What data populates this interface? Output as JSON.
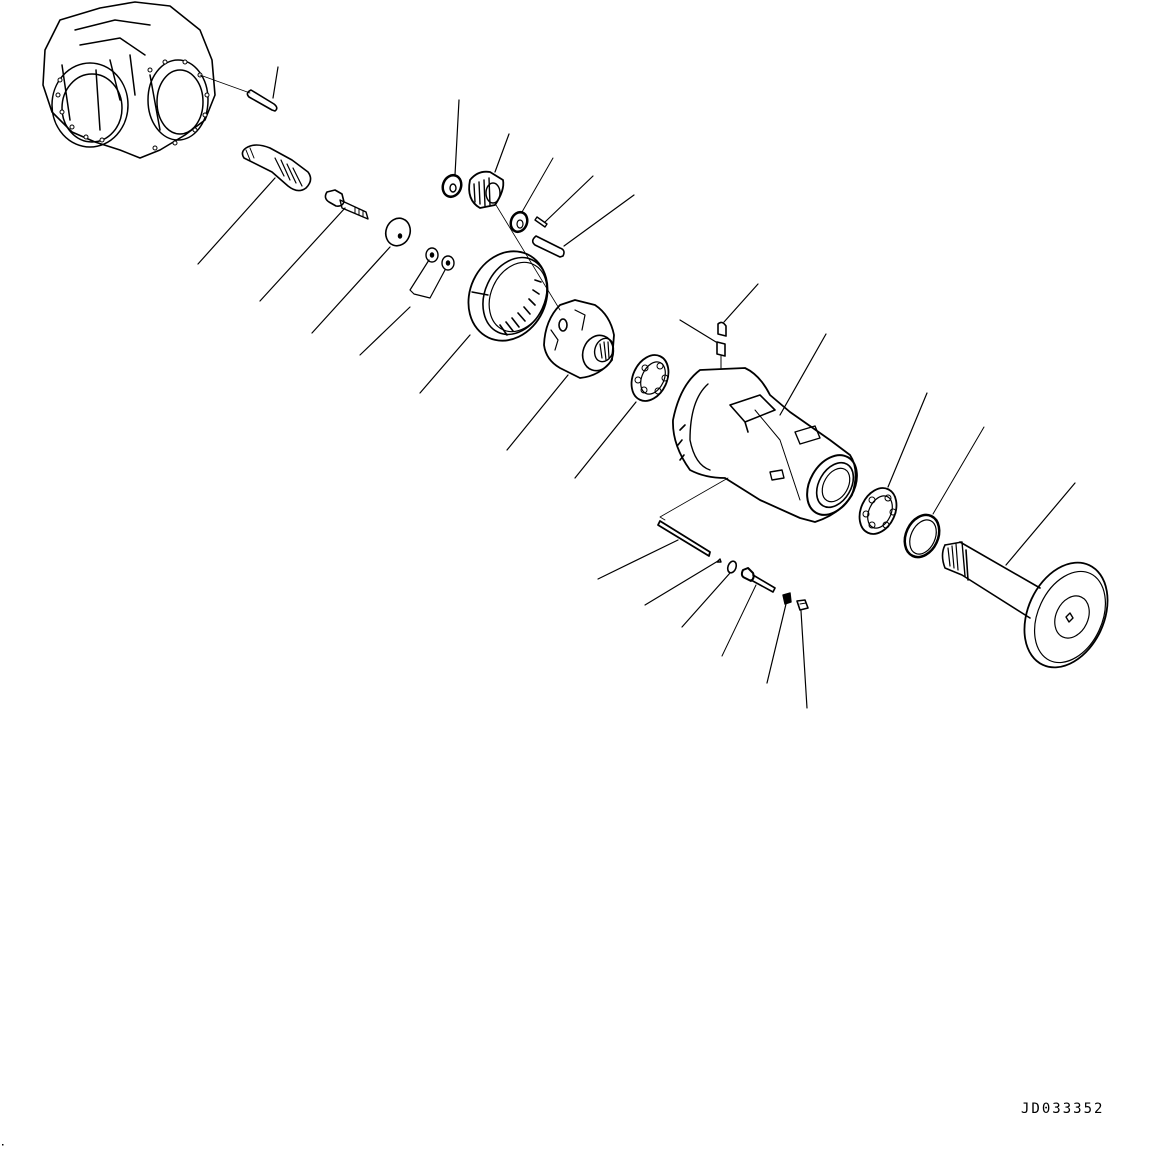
{
  "diagram": {
    "type": "exploded-parts-view",
    "reference_code": "JD033352",
    "background": "#ffffff",
    "line_color": "#000000",
    "parts": [
      {
        "id": "housing",
        "name": "axle-housing"
      },
      {
        "id": "pin-top",
        "name": "dowel-pin"
      },
      {
        "id": "input-shaft",
        "name": "splined-shaft"
      },
      {
        "id": "bolt",
        "name": "bolt"
      },
      {
        "id": "thrust-washer",
        "name": "thrust-washer"
      },
      {
        "id": "small-washers",
        "name": "washer-pair"
      },
      {
        "id": "bearing-cone-small",
        "name": "bearing-cone"
      },
      {
        "id": "pinion-gear",
        "name": "planet-gear"
      },
      {
        "id": "spacer-ring",
        "name": "spacer-ring"
      },
      {
        "id": "lock-pin",
        "name": "lock-pin"
      },
      {
        "id": "sleeve",
        "name": "sleeve"
      },
      {
        "id": "ring-gear",
        "name": "internal-ring-gear"
      },
      {
        "id": "carrier",
        "name": "planet-carrier"
      },
      {
        "id": "bearing-left",
        "name": "ball-bearing"
      },
      {
        "id": "breather",
        "name": "breather-plug"
      },
      {
        "id": "fitting",
        "name": "fitting"
      },
      {
        "id": "axle-case",
        "name": "axle-case"
      },
      {
        "id": "bearing-right",
        "name": "ball-bearing"
      },
      {
        "id": "seal",
        "name": "oil-seal"
      },
      {
        "id": "axle-shaft",
        "name": "axle-shaft-with-flange"
      },
      {
        "id": "long-pin",
        "name": "long-pin"
      },
      {
        "id": "cotter",
        "name": "cotter-pin"
      },
      {
        "id": "o-ring",
        "name": "o-ring"
      },
      {
        "id": "stud-bolt",
        "name": "stud-bolt"
      },
      {
        "id": "nut",
        "name": "nut"
      },
      {
        "id": "cap-nut",
        "name": "cap-nut"
      }
    ]
  }
}
